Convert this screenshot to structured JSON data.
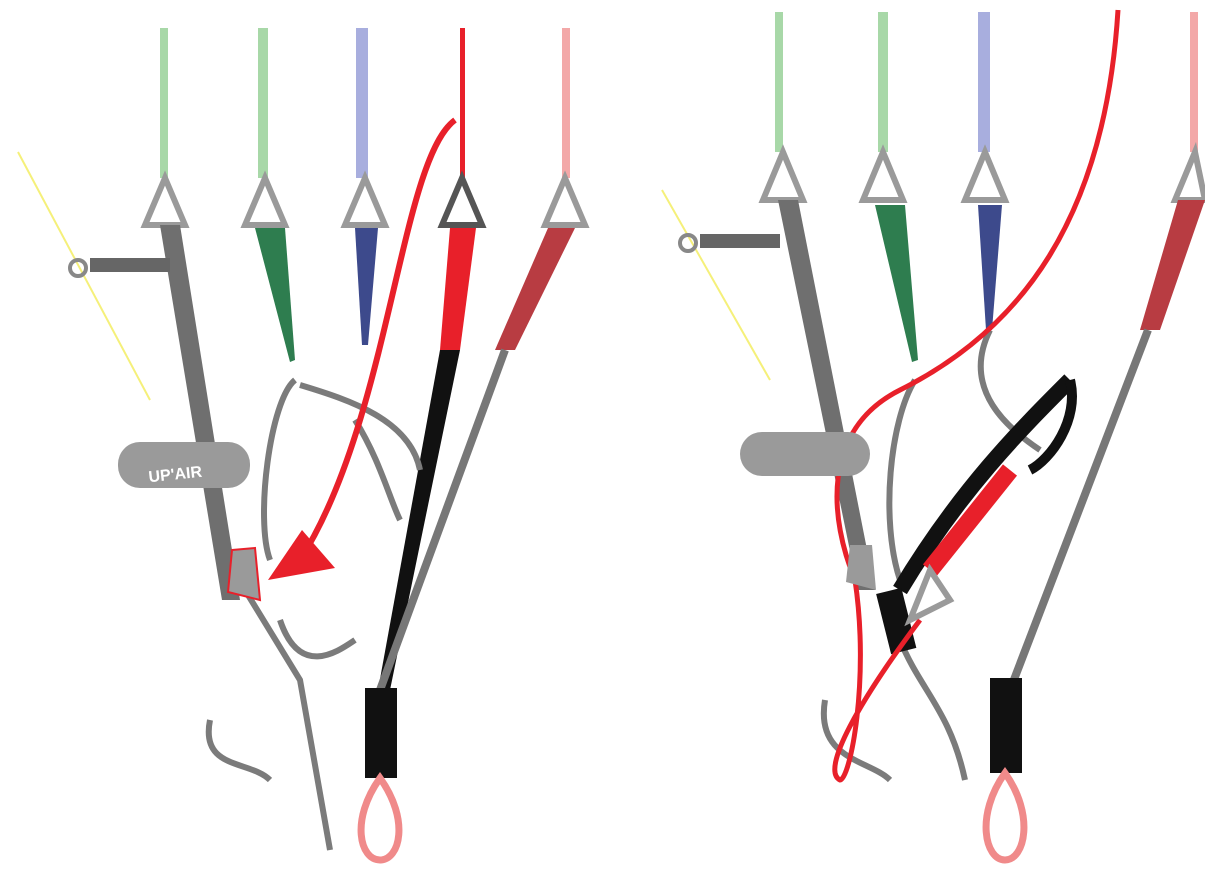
{
  "brand": {
    "logo_text": "UP'AIR"
  },
  "colors": {
    "riser_grey": "#7b7b7b",
    "riser_dark": "#555555",
    "a_riser_green": "#2e7d4f",
    "b_riser_blue": "#3d4a8c",
    "c_riser_red": "#b83c42",
    "reserve_red": "#e8202a",
    "line_yellow": "#f5f07a",
    "carabiner": "#9a9a9a",
    "loop_pink": "#f08a8a",
    "black": "#111111"
  },
  "panels": [
    {
      "id": "left",
      "state": "before"
    },
    {
      "id": "right",
      "state": "after"
    }
  ]
}
